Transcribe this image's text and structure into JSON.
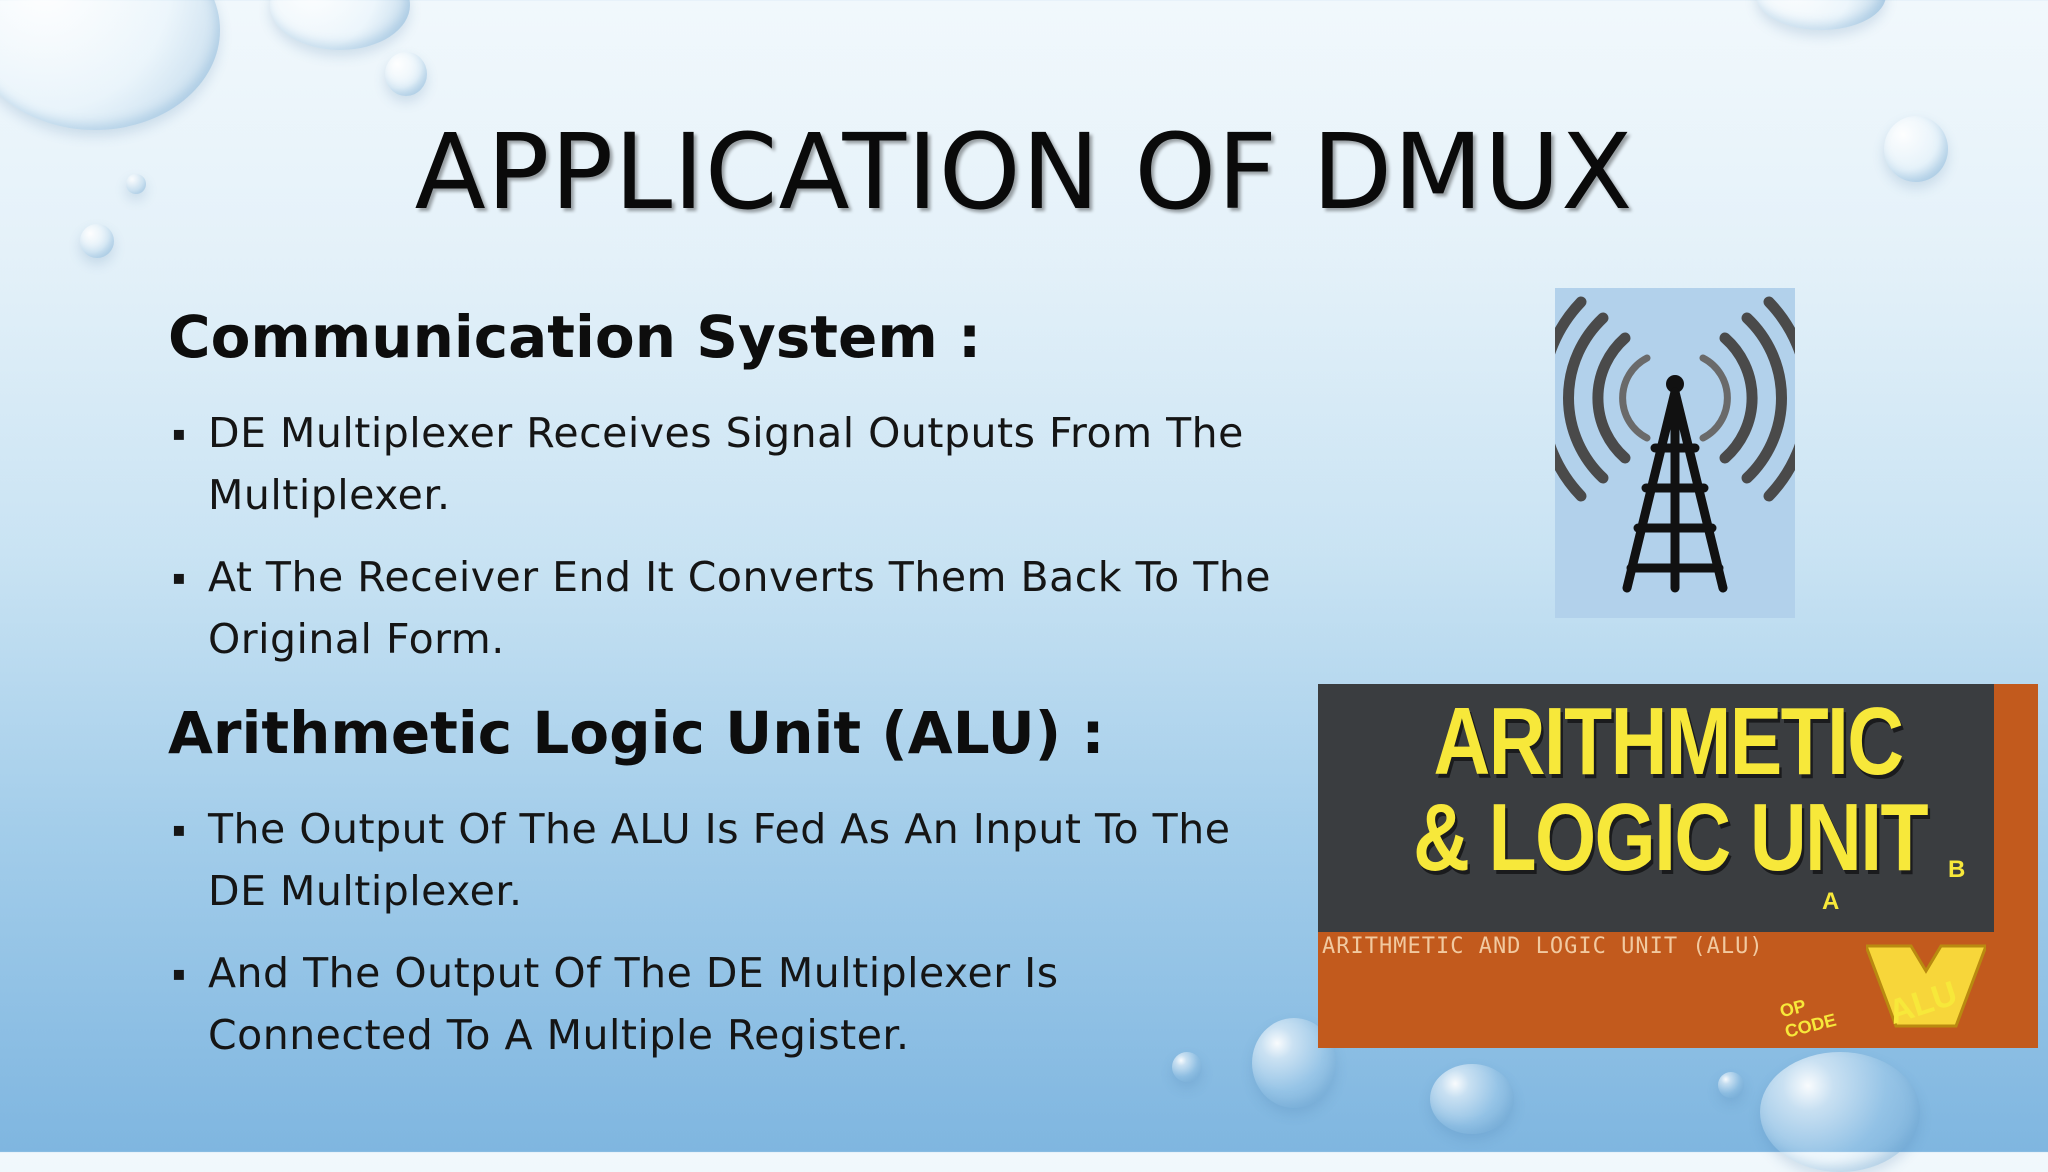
{
  "slide": {
    "title": "APPLICATION OF DMUX",
    "sections": [
      {
        "heading": "Communication System :",
        "bullets": [
          "DE Multiplexer Receives Signal Outputs From The Multiplexer.",
          "At The Receiver End It Converts Them Back To The Original Form."
        ]
      },
      {
        "heading": "Arithmetic Logic Unit (ALU) :",
        "bullets": [
          "The Output Of The ALU Is Fed As An Input To The DE Multiplexer.",
          "And The Output Of The DE Multiplexer Is Connected To A Multiple Register."
        ]
      }
    ],
    "bullet_marker": "▪"
  },
  "images": {
    "tower": {
      "icon": "radio-tower-icon"
    },
    "alu": {
      "line1": "ARITHMETIC",
      "line2": "& LOGIC UNIT",
      "subtitle": "ARITHMETIC AND LOGIC UNIT (ALU)",
      "chip_label": "ALU",
      "input_a": "A",
      "input_b": "B",
      "opcode": "OP CODE"
    }
  },
  "colors": {
    "background_top": "#f1f8fc",
    "background_bottom": "#7fb6e0",
    "alu_yellow": "#f7e83a",
    "alu_orange": "#c25a1d"
  }
}
